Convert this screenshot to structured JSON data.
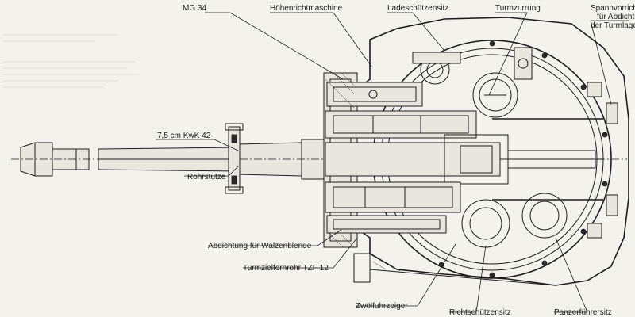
{
  "labels": {
    "mg34": "MG 34",
    "hoehenrichtmaschine": "Höhenrichtmaschine",
    "ladeschuetzensitz": "Ladeschützensitz",
    "turmzurrung": "Turmzurrung",
    "spannvorrichtung_1": "Spannvorrichtu",
    "spannvorrichtung_2": "für Abdichtun",
    "spannvorrichtung_3": "der Turmlager",
    "kwk42": "7,5 cm KwK 42",
    "rohrstuetze": "Rohrstütze",
    "abdichtung_walzenblende": "Abdichtung für Walzenblende",
    "turmzielfernrohr": "Turmzielfernrohr TZF 12",
    "zwoelfuhrzeiger": "Zwölfuhrzeiger",
    "richtschuetzensitz": "Richtschützensitz",
    "panzerfuehrersitz": "Panzerführersitz"
  }
}
